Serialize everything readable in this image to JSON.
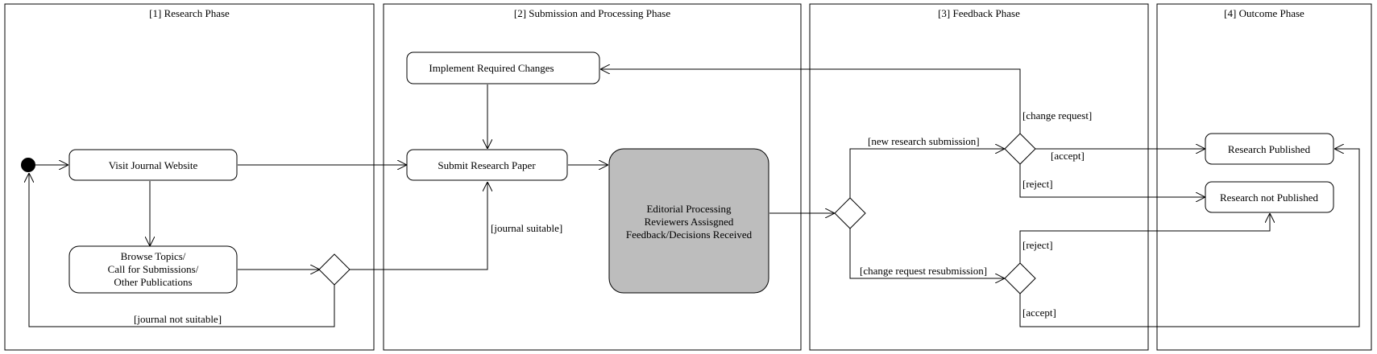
{
  "phases": {
    "research": "[1] Research Phase",
    "submission": "[2] Submission and Processing Phase",
    "feedback": "[3] Feedback Phase",
    "outcome": "[4] Outcome Phase"
  },
  "activities": {
    "visit": "Visit Journal Website",
    "browse": [
      "Browse Topics/",
      "Call for Submissions/",
      "Other Publications"
    ],
    "submit": "Submit Research Paper",
    "implement": "Implement Required Changes",
    "editorial": [
      "Editorial Processing",
      "Reviewers Assisgned",
      "Feedback/Decisions Received"
    ],
    "published": "Research Published",
    "not_published": "Research not Published"
  },
  "guards": {
    "journal_suitable": "[journal suitable]",
    "journal_not_suitable": "[journal not suitable]",
    "new_research_submission": "[new research submission]",
    "change_request_resubmission": "[change request resubmission]",
    "change_request": "[change request]",
    "accept_top": "[accept]",
    "reject_top": "[reject]",
    "reject_bottom": "[reject]",
    "accept_bottom": "[accept]"
  }
}
